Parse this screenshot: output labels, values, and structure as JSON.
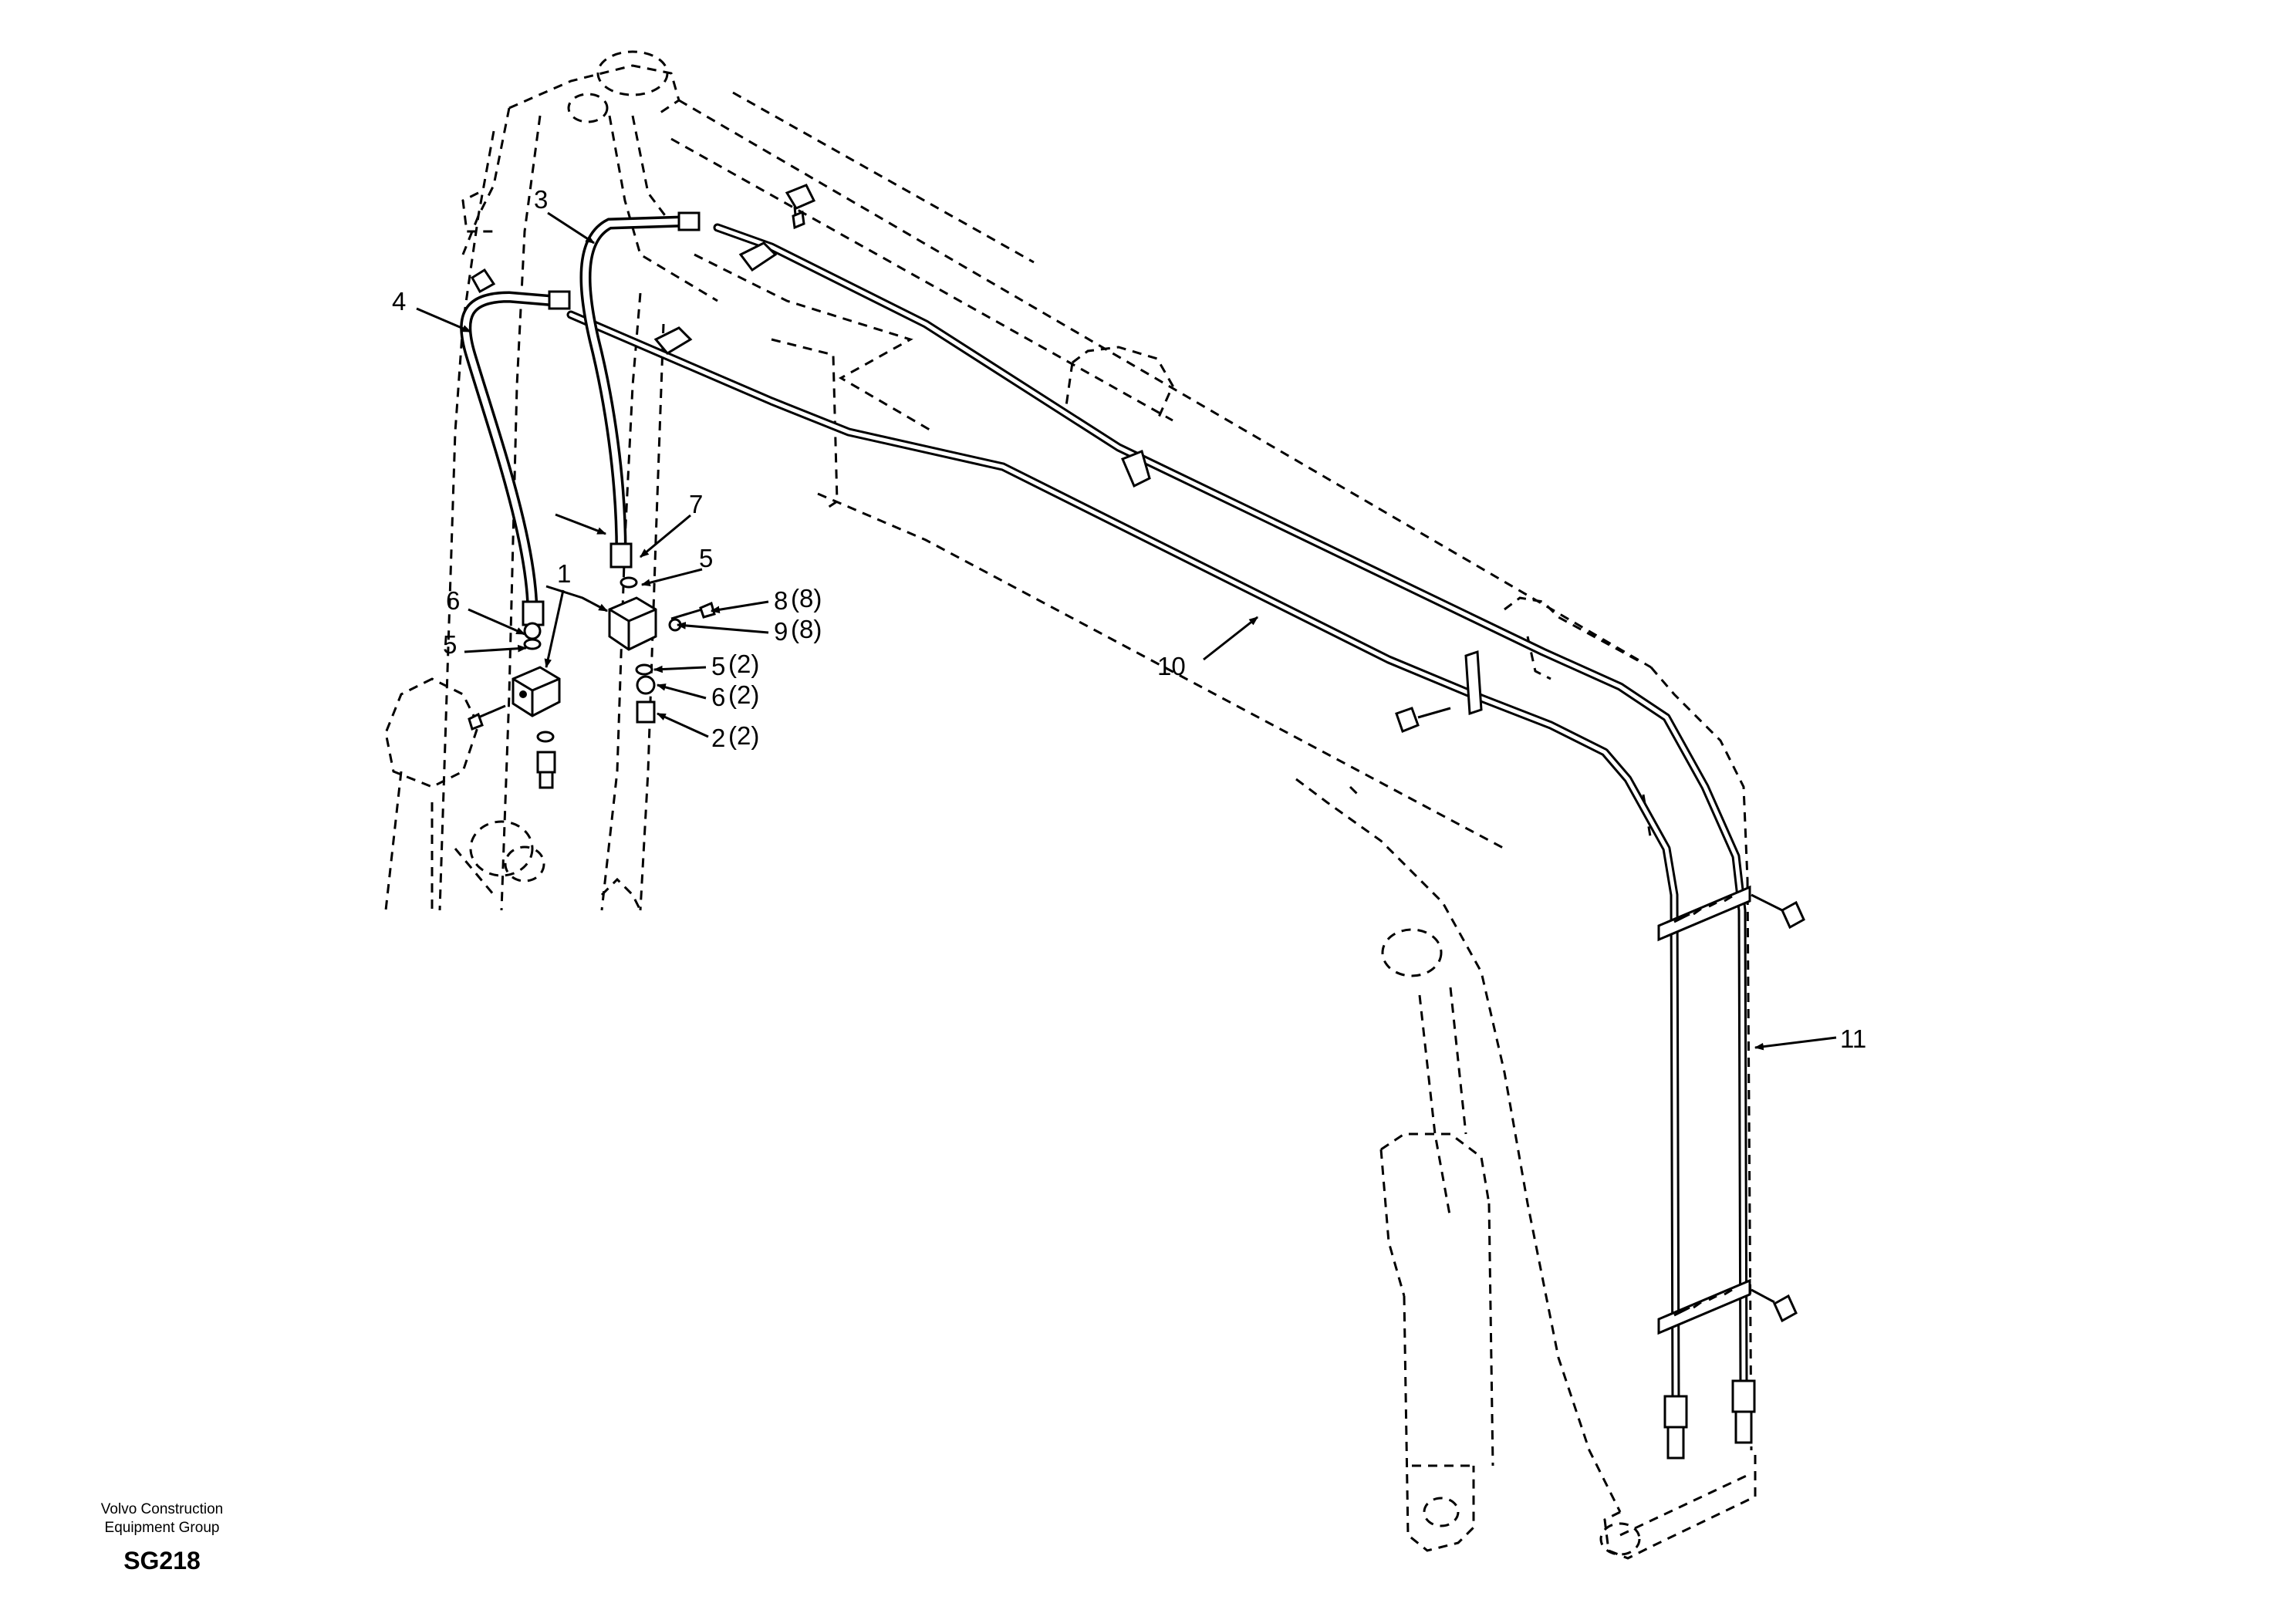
{
  "diagram": {
    "callouts": {
      "c1": "1",
      "c2": "2",
      "c2q": "(2)",
      "c3": "3",
      "c4": "4",
      "c5a": "5",
      "c5b": "5",
      "c5c": "5",
      "c5q": "(2)",
      "c6a": "6",
      "c6b": "6",
      "c6q": "(2)",
      "c7": "7",
      "c8": "8",
      "c8q": "(8)",
      "c9": "9",
      "c9q": "(8)",
      "c10": "10",
      "c11": "11"
    }
  },
  "footer": {
    "company_line1": "Volvo Construction",
    "company_line2": "Equipment Group",
    "drawing_code": "SG218"
  }
}
